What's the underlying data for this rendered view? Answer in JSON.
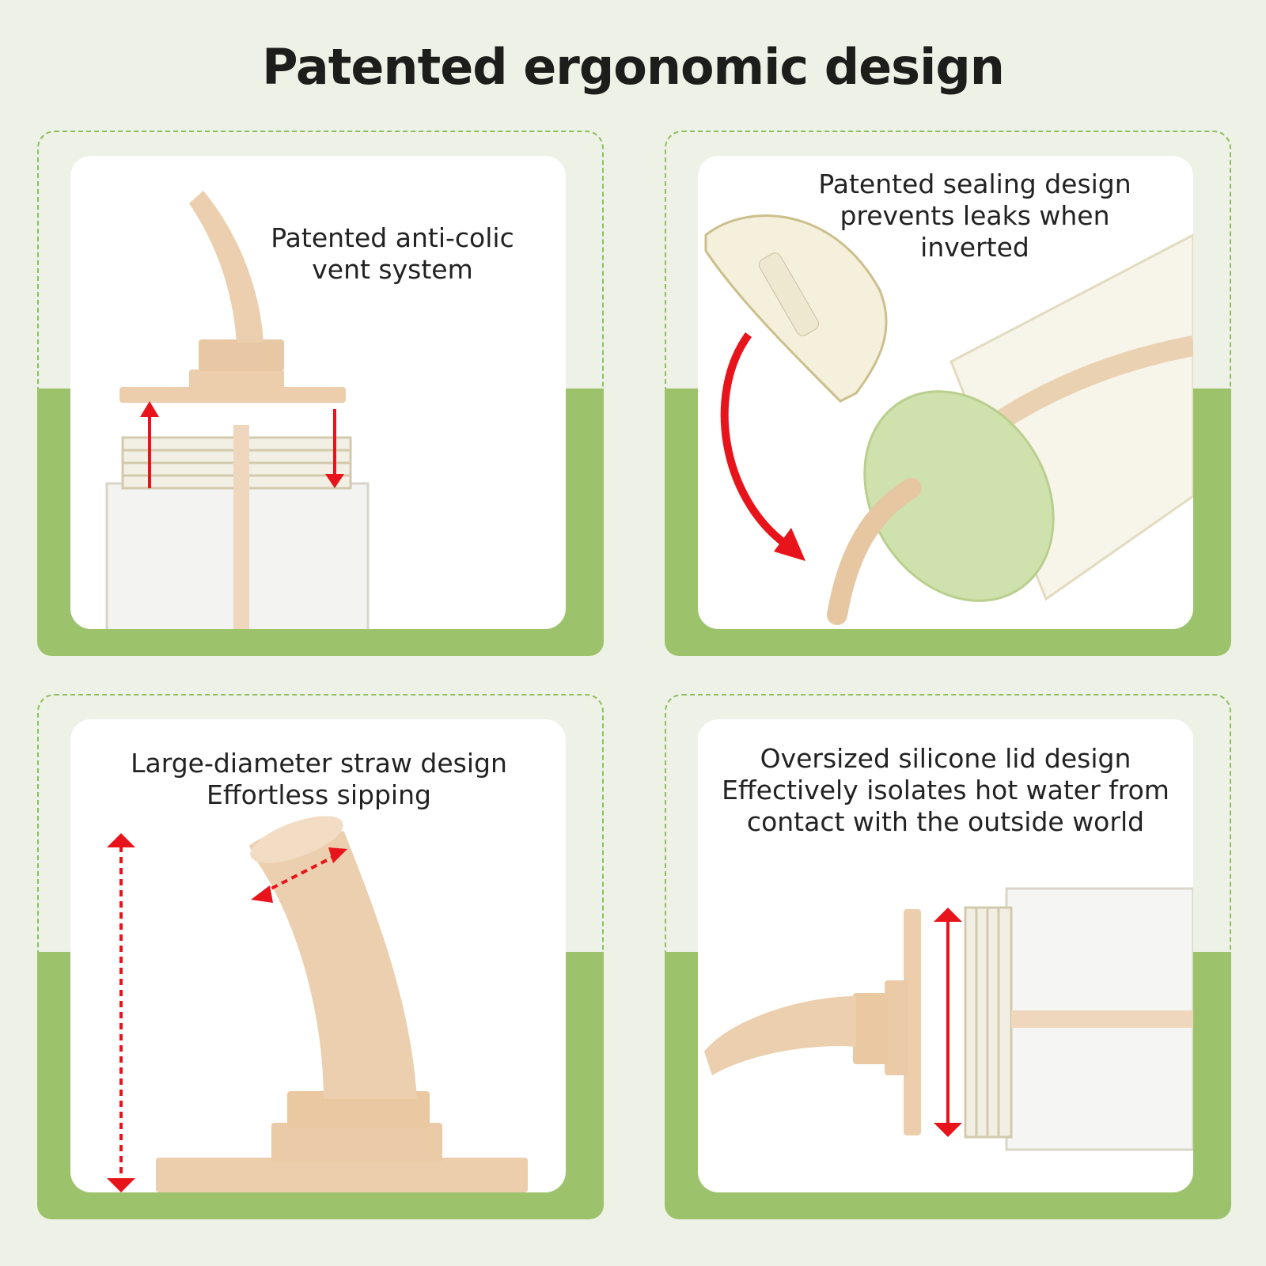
{
  "title": "Patented ergonomic design",
  "panels": [
    {
      "caption": [
        "Patented anti-colic",
        "vent system"
      ]
    },
    {
      "caption": [
        "Patented sealing design",
        "prevents leaks when",
        "inverted"
      ]
    },
    {
      "caption": [
        "Large-diameter straw design",
        "Effortless sipping"
      ]
    },
    {
      "caption": [
        "Oversized silicone lid design",
        "Effectively isolates hot water from",
        "contact with the outside world"
      ]
    }
  ],
  "colors": {
    "background": "#eef1e6",
    "green_band": "#9cc36c",
    "dashed_border": "#8fbf5e",
    "silicone": "#eccfae",
    "arrow_red": "#e8141b",
    "lid_green": "#cfe1ad"
  }
}
